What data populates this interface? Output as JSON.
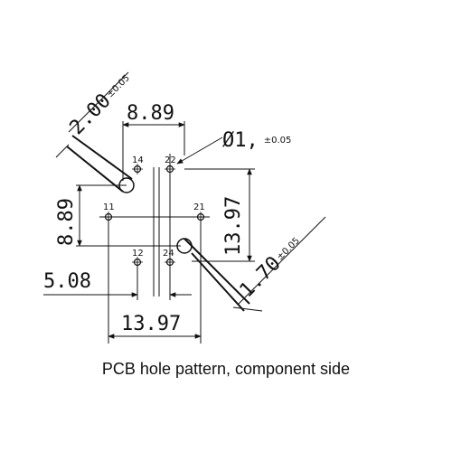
{
  "dimensions": {
    "top_pitch": "8.89",
    "left_pitch": "8.89",
    "right_height": "13.97",
    "bottom_width": "13.97",
    "bottom_offset": "5.08",
    "big_hole_a": "2.00",
    "big_hole_a_tol": "±0.05",
    "big_hole_b": "1.70",
    "big_hole_b_tol": "±0.05",
    "small_hole_prefix": "Ø1,",
    "small_hole_tol": "±0.05"
  },
  "pins": {
    "p14": "14",
    "p22": "22",
    "p11": "11",
    "p21": "21",
    "p12": "12",
    "p24": "24"
  },
  "caption": "PCB hole pattern, component side"
}
